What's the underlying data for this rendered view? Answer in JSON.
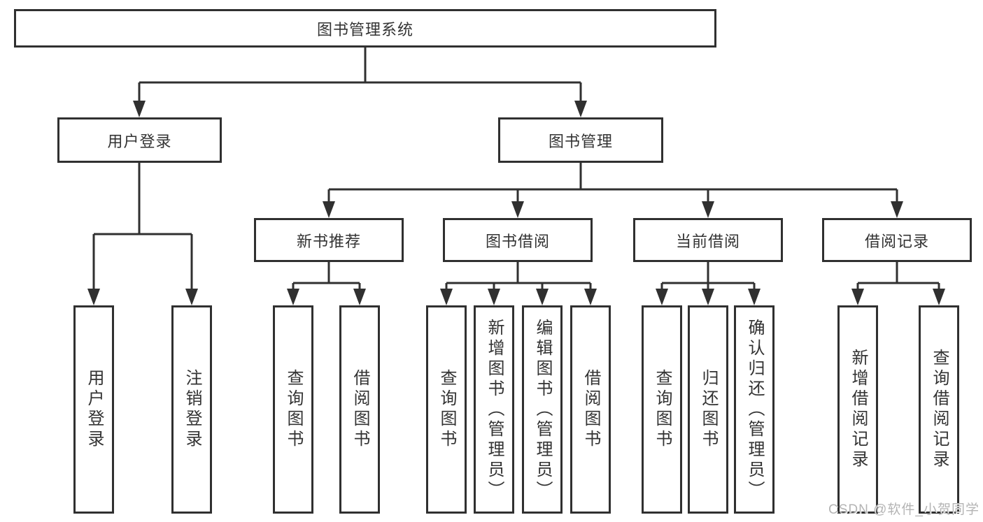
{
  "diagram": {
    "root": {
      "label": "图书管理系统"
    },
    "level2": {
      "user_login": {
        "label": "用户登录"
      },
      "book_mgmt": {
        "label": "图书管理"
      }
    },
    "level3": {
      "new_book_rec": {
        "label": "新书推荐"
      },
      "book_borrow": {
        "label": "图书借阅"
      },
      "current_borrow": {
        "label": "当前借阅"
      },
      "borrow_record": {
        "label": "借阅记录"
      }
    },
    "leaves": {
      "ul_login": {
        "label": "用户登录"
      },
      "ul_logout": {
        "label": "注销登录"
      },
      "nb_query": {
        "label": "查询图书"
      },
      "nb_borrow": {
        "label": "借阅图书"
      },
      "bb_query": {
        "label": "查询图书"
      },
      "bb_add": {
        "label": "新增图书（管理员）"
      },
      "bb_edit": {
        "label": "编辑图书（管理员）"
      },
      "bb_borrow": {
        "label": "借阅图书"
      },
      "cb_query": {
        "label": "查询图书"
      },
      "cb_return": {
        "label": "归还图书"
      },
      "cb_confirm": {
        "label": "确认归还（管理员）"
      },
      "br_add": {
        "label": "新增借阅记录"
      },
      "br_query": {
        "label": "查询借阅记录"
      }
    },
    "edges": [
      {
        "from": "root",
        "to": "user_login"
      },
      {
        "from": "root",
        "to": "book_mgmt"
      },
      {
        "from": "user_login",
        "to": "ul_login"
      },
      {
        "from": "user_login",
        "to": "ul_logout"
      },
      {
        "from": "book_mgmt",
        "to": "new_book_rec"
      },
      {
        "from": "book_mgmt",
        "to": "book_borrow"
      },
      {
        "from": "book_mgmt",
        "to": "current_borrow"
      },
      {
        "from": "book_mgmt",
        "to": "borrow_record"
      },
      {
        "from": "new_book_rec",
        "to": "nb_query"
      },
      {
        "from": "new_book_rec",
        "to": "nb_borrow"
      },
      {
        "from": "book_borrow",
        "to": "bb_query"
      },
      {
        "from": "book_borrow",
        "to": "bb_add"
      },
      {
        "from": "book_borrow",
        "to": "bb_edit"
      },
      {
        "from": "book_borrow",
        "to": "bb_borrow"
      },
      {
        "from": "current_borrow",
        "to": "cb_query"
      },
      {
        "from": "current_borrow",
        "to": "cb_return"
      },
      {
        "from": "current_borrow",
        "to": "cb_confirm"
      },
      {
        "from": "borrow_record",
        "to": "br_add"
      },
      {
        "from": "borrow_record",
        "to": "br_query"
      }
    ]
  },
  "watermark": {
    "text": "CSDN @软件_小贺同学"
  },
  "colors": {
    "line": "#303030",
    "text": "#333333",
    "background": "#ffffff",
    "watermark": "#b4b4b4"
  }
}
